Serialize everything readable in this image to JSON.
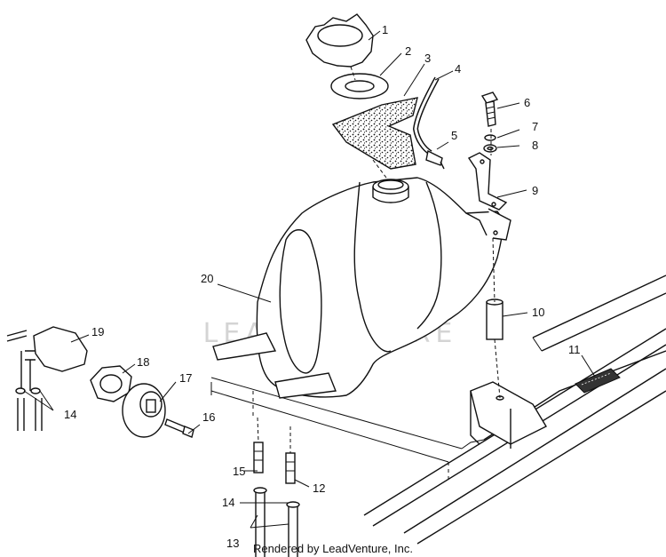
{
  "watermark": "LEADVENTURE",
  "footer": "Rendered by LeadVenture, Inc.",
  "parts": [
    {
      "id": "part-1",
      "number": "1"
    },
    {
      "id": "part-2",
      "number": "2"
    },
    {
      "id": "part-3",
      "number": "3"
    },
    {
      "id": "part-4",
      "number": "4"
    },
    {
      "id": "part-5",
      "number": "5"
    },
    {
      "id": "part-6",
      "number": "6"
    },
    {
      "id": "part-7",
      "number": "7"
    },
    {
      "id": "part-8",
      "number": "8"
    },
    {
      "id": "part-9",
      "number": "9"
    },
    {
      "id": "part-10",
      "number": "10"
    },
    {
      "id": "part-11",
      "number": "11"
    },
    {
      "id": "part-12",
      "number": "12"
    },
    {
      "id": "part-13",
      "number": "13"
    },
    {
      "id": "part-14a",
      "number": "14"
    },
    {
      "id": "part-14b",
      "number": "14"
    },
    {
      "id": "part-15",
      "number": "15"
    },
    {
      "id": "part-16",
      "number": "16"
    },
    {
      "id": "part-17",
      "number": "17"
    },
    {
      "id": "part-18",
      "number": "18"
    },
    {
      "id": "part-19",
      "number": "19"
    },
    {
      "id": "part-20",
      "number": "20"
    }
  ]
}
